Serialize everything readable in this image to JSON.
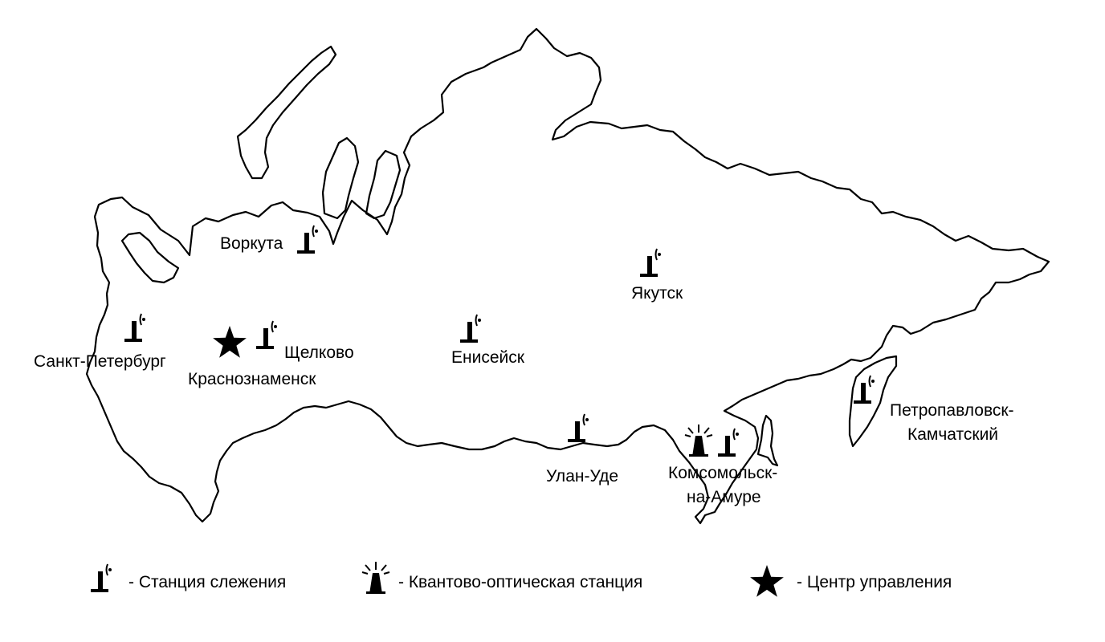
{
  "cities": {
    "vorkuta": "Воркута",
    "spb": "Санкт-Петербург",
    "shchelkovo": "Щелково",
    "krasnoznamensk": "Краснознаменск",
    "eniseisk": "Енисейск",
    "yakutsk": "Якутск",
    "ulan_ude": "Улан-Уде",
    "komsomolsk_1": "Комсомольск-",
    "komsomolsk_2": "на-Амуре",
    "petropavlovsk_1": "Петропавловск-",
    "petropavlovsk_2": "Камчатский"
  },
  "legend": {
    "tracking": "- Станция слежения",
    "quantum": "- Квантово-оптическая станция",
    "control": "- Центр управления"
  },
  "icons": {
    "tracking": "tracking-station-icon",
    "quantum": "quantum-optical-station-icon",
    "control": "control-center-star-icon"
  },
  "colors": {
    "ink": "#000000",
    "paper": "#ffffff"
  }
}
